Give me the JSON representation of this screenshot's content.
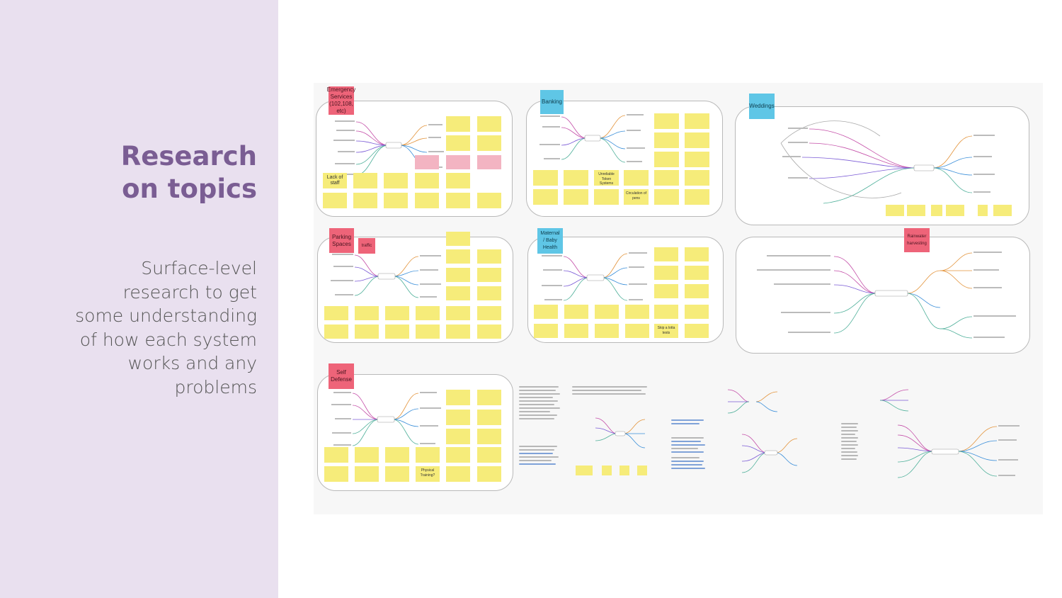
{
  "slide": {
    "title_lines": [
      "Research",
      "on topics"
    ],
    "subtitle_lines": [
      "Surface-level",
      "research to get",
      "some understanding",
      "of how each system",
      "works and any",
      "problems"
    ]
  },
  "board": {
    "topics": {
      "emergency": "Emergency Services (102,108, etc)",
      "banking": "Banking",
      "weddings": "Weddings",
      "parking": "Parking Spaces",
      "traffic": "traffic",
      "maternal": "Maternal / Baby Health",
      "rainwater": "Rainwater harvesting",
      "self_defense": "Self Defense"
    },
    "notes": {
      "lack_of_staff": "Lack of staff",
      "unreliable_token": "Unreliable Token Systems",
      "circulation_of_pens": "Circulation of pens",
      "physical_training": "Physical Training?",
      "skip_a_lotta_tests": "Skip a lotta tests"
    }
  },
  "colors": {
    "left_panel": "#e9e0ef",
    "title": "#7a5d93",
    "sticky_yellow": "#f6ec7a",
    "sticky_pink": "#f3b4c2",
    "tag_red": "#ee6479",
    "tag_blue": "#5fc6e6"
  }
}
